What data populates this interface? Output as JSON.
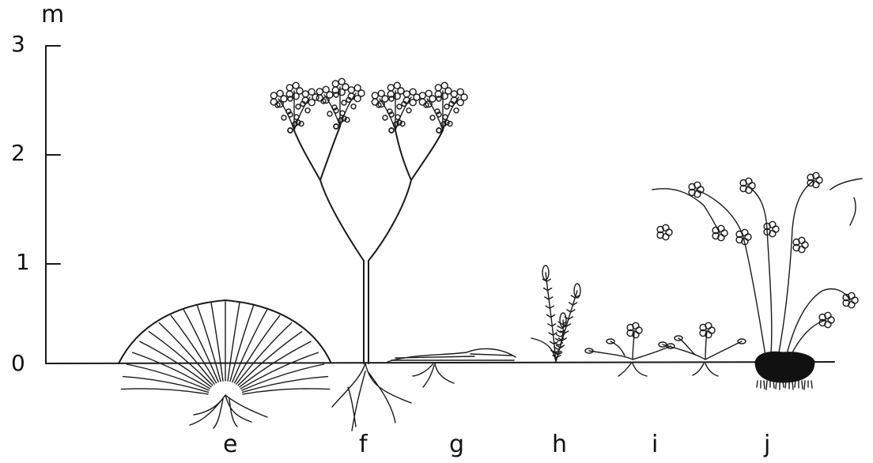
{
  "scale": {
    "unit": "m",
    "ticks": [
      "3",
      "2",
      "1",
      "0"
    ]
  },
  "plants": [
    {
      "label": "e"
    },
    {
      "label": "f"
    },
    {
      "label": "g"
    },
    {
      "label": "h"
    },
    {
      "label": "i"
    },
    {
      "label": "j"
    }
  ],
  "colors": {
    "ink": "#1a1a1a",
    "background": "#ffffff"
  }
}
